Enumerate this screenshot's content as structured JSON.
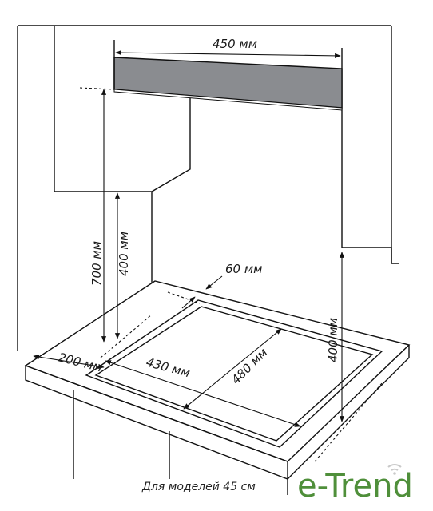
{
  "dimensions": {
    "hood_width": "450 мм",
    "hood_to_surface": "700 мм",
    "cabinet_to_surface": "400 мм",
    "back_gap": "60 мм",
    "side_gap": "200 мм",
    "hob_width": "430 мм",
    "hob_depth": "480 мм",
    "right_clearance": "400 мм"
  },
  "caption": "Для моделей 45 см",
  "brand": {
    "name": "e-Trend",
    "color": "#4f8f3a"
  },
  "colors": {
    "hood_panel": "#8a8c90"
  }
}
